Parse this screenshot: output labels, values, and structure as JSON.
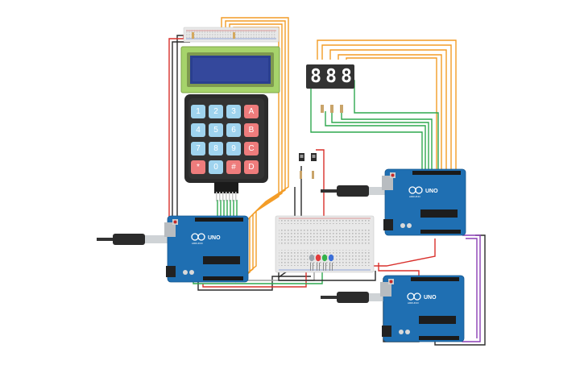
{
  "keypad": {
    "rows": [
      [
        {
          "label": "1",
          "kind": "num"
        },
        {
          "label": "2",
          "kind": "num"
        },
        {
          "label": "3",
          "kind": "num"
        },
        {
          "label": "A",
          "kind": "fn"
        }
      ],
      [
        {
          "label": "4",
          "kind": "num"
        },
        {
          "label": "5",
          "kind": "num"
        },
        {
          "label": "6",
          "kind": "num"
        },
        {
          "label": "B",
          "kind": "fn"
        }
      ],
      [
        {
          "label": "7",
          "kind": "num"
        },
        {
          "label": "8",
          "kind": "num"
        },
        {
          "label": "9",
          "kind": "num"
        },
        {
          "label": "C",
          "kind": "fn"
        }
      ],
      [
        {
          "label": "*",
          "kind": "fn"
        },
        {
          "label": "0",
          "kind": "num"
        },
        {
          "label": "#",
          "kind": "fn"
        },
        {
          "label": "D",
          "kind": "fn"
        }
      ]
    ]
  },
  "seven_segment": {
    "digits": [
      "8",
      "8",
      "8"
    ]
  },
  "arduino_boards": [
    {
      "id": "uno-left",
      "label": "UNO",
      "brand": "ARDUINO"
    },
    {
      "id": "uno-right-top",
      "label": "UNO",
      "brand": "ARDUINO"
    },
    {
      "id": "uno-right-bottom",
      "label": "UNO",
      "brand": "ARDUINO"
    }
  ],
  "leds": [
    {
      "color_name": "gray",
      "color": "#9aa3ab"
    },
    {
      "color_name": "red",
      "color": "#e23b3b"
    },
    {
      "color_name": "green",
      "color": "#33b24a"
    },
    {
      "color_name": "blue",
      "color": "#3b6fd9"
    }
  ],
  "wire_colors": {
    "orange": "#f39c26",
    "green": "#2fa84f",
    "red": "#d9302c",
    "black": "#2b2b2b",
    "purple": "#8c3fb5",
    "gray": "#9c9c9c"
  },
  "colors": {
    "board": "#1f6fb2",
    "lcd_screen": "#2a3f8f",
    "lcd_frame": "#a6d36b",
    "keypad_body": "#2b2b2b",
    "key_num": "#9fd3ee",
    "key_fn": "#ee7c7c",
    "segment_body": "#333333",
    "breadboard": "#e8e8e8"
  }
}
